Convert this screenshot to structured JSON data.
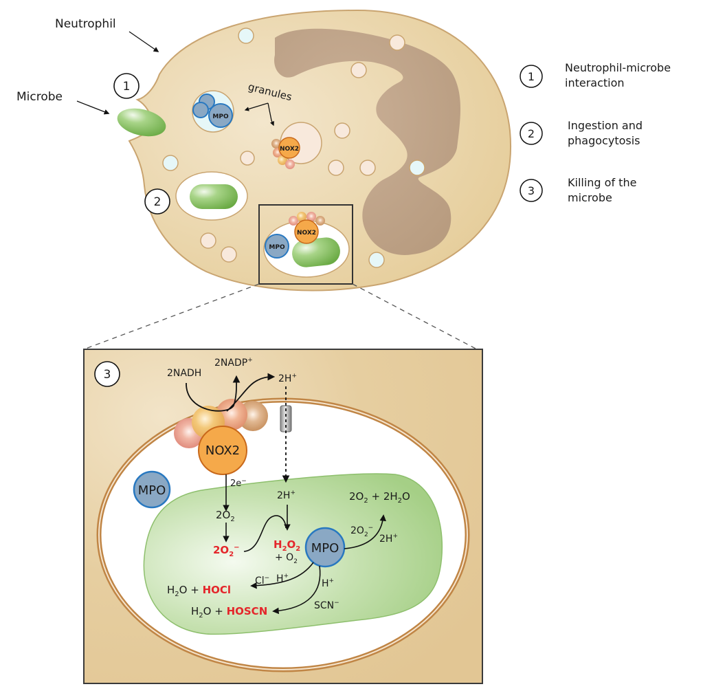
{
  "title_labels": {
    "neutrophil": "Neutrophil",
    "microbe": "Microbe",
    "granules": "granules"
  },
  "step_markers": [
    "1",
    "2",
    "3"
  ],
  "legend": [
    {
      "number": "1",
      "text": "Neutrophil-microbe\ninteraction"
    },
    {
      "number": "2",
      "text": "Ingestion and\nphagocytosis"
    },
    {
      "number": "3",
      "text": "Killing of the\nmicrobe"
    }
  ],
  "cell_labels": {
    "mpo_granule": "MPO",
    "nox2_granule": "NOX2",
    "mpo_box": "MPO",
    "nox2_box": "NOX2"
  },
  "panel": {
    "step": "3",
    "nadh": "2NADH",
    "nadp": "2NADP",
    "nadp_sup": "+",
    "h_out": "2H",
    "h_out_sup": "+",
    "nox2": "NOX2",
    "mpo_free": "MPO",
    "electrons": "2e",
    "electrons_sup": "−",
    "o2": "2O",
    "o2_sub": "2",
    "superoxide": "2O",
    "superoxide_sub": "2",
    "superoxide_sup": "−",
    "h_in": "2H",
    "h_in_sup": "+",
    "h2o2_a": "H",
    "h2o2_sub1": "2",
    "h2o2_b": "O",
    "h2o2_sub2": "2",
    "plus_o2": "+ O",
    "plus_o2_sub": "2",
    "mpo": "MPO",
    "product_top": "2O",
    "product_top_sub": "2",
    "product_top_mid": " + 2H",
    "product_top_sub2": "2",
    "product_top_end": "O",
    "reactant_o2": "2O",
    "reactant_o2_sub": "2",
    "reactant_o2_sup": "−",
    "reactant_h": "2H",
    "reactant_h_sup": "+",
    "cl": "Cl",
    "cl_sup": "−",
    "h_cl": "H",
    "h_cl_sup": "+",
    "h_scn": "H",
    "h_scn_sup": "+",
    "scn": "SCN",
    "scn_sup": "−",
    "hocl_water": "H",
    "hocl_water_sub": "2",
    "hocl_water_end": "O + ",
    "hocl": "HOCl",
    "hoscn_water": "H",
    "hoscn_water_sub": "2",
    "hoscn_water_end": "O + ",
    "hoscn": "HOSCN"
  },
  "colors": {
    "cytoplasm": "#e8d3a8",
    "cell_outline": "#c9a470",
    "nucleus": "#b99d83",
    "microbe_green": "#8cc46a",
    "mpo_blue": "#8aa8c4",
    "mpo_border": "#2878c0",
    "nox2_orange": "#f5a94a",
    "highlight_red": "#e4262b",
    "panel_bg": "#e3c99a",
    "membrane": "#c08545"
  }
}
